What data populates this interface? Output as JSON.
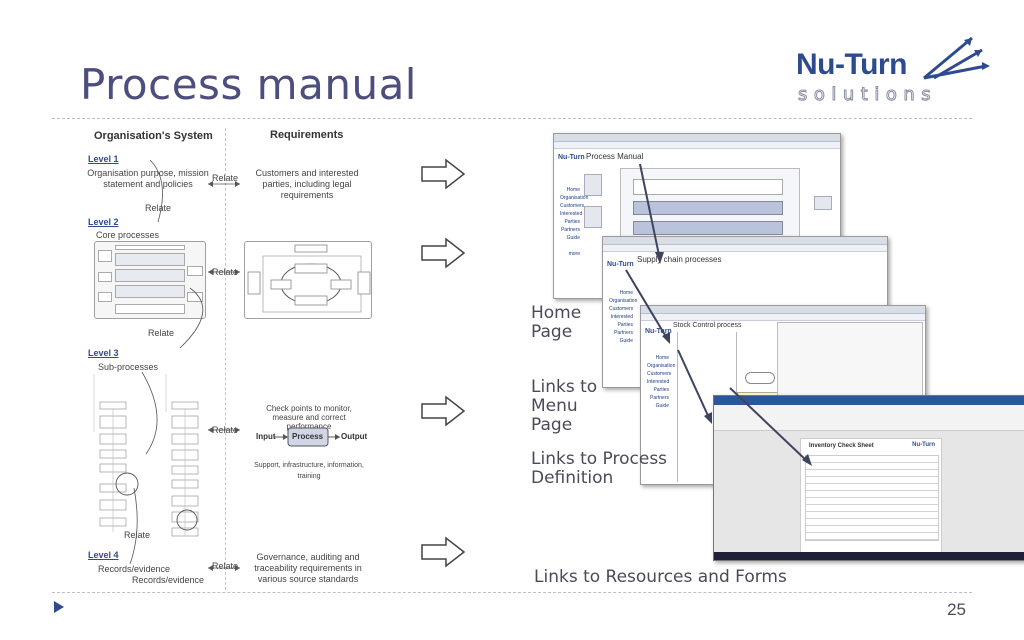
{
  "title": "Process manual",
  "logo": {
    "main": "Nu-Turn",
    "sub": "solutions"
  },
  "left_panel": {
    "org_header": "Organisation's System",
    "req_header": "Requirements",
    "level1": {
      "label": "Level 1",
      "text": "Organisation purpose, mission statement and policies",
      "req": "Customers and interested parties, including legal requirements"
    },
    "level2": {
      "label": "Level 2",
      "text": "Core processes"
    },
    "level3": {
      "label": "Level 3",
      "text": "Sub-processes",
      "check": "Check points to monitor, measure and correct performance",
      "input": "Input",
      "process": "Process",
      "output": "Output",
      "support": "Support, infrastructure, information, training"
    },
    "level4": {
      "label": "Level 4",
      "text1": "Records/evidence",
      "text2": "Records/evidence",
      "req": "Governance, auditing and traceability requirements in various source standards"
    },
    "relate": "Relate"
  },
  "screens": {
    "home": {
      "title": "Process Manual",
      "nav": [
        "Home",
        "Organisation",
        "Customers",
        "Interested Parties",
        "Partners",
        "Guide",
        "more"
      ]
    },
    "menu": {
      "title": "Supply chain processes"
    },
    "process": {
      "title": "Stock Control process"
    },
    "form": {
      "title": "Inventory Check Sheet",
      "brand": "Nu-Turn"
    }
  },
  "labels": {
    "home": "Home Page",
    "menu": "Links to Menu Page",
    "process": "Links to Process Definition",
    "resources": "Links to Resources and Forms"
  },
  "page_number": "25"
}
